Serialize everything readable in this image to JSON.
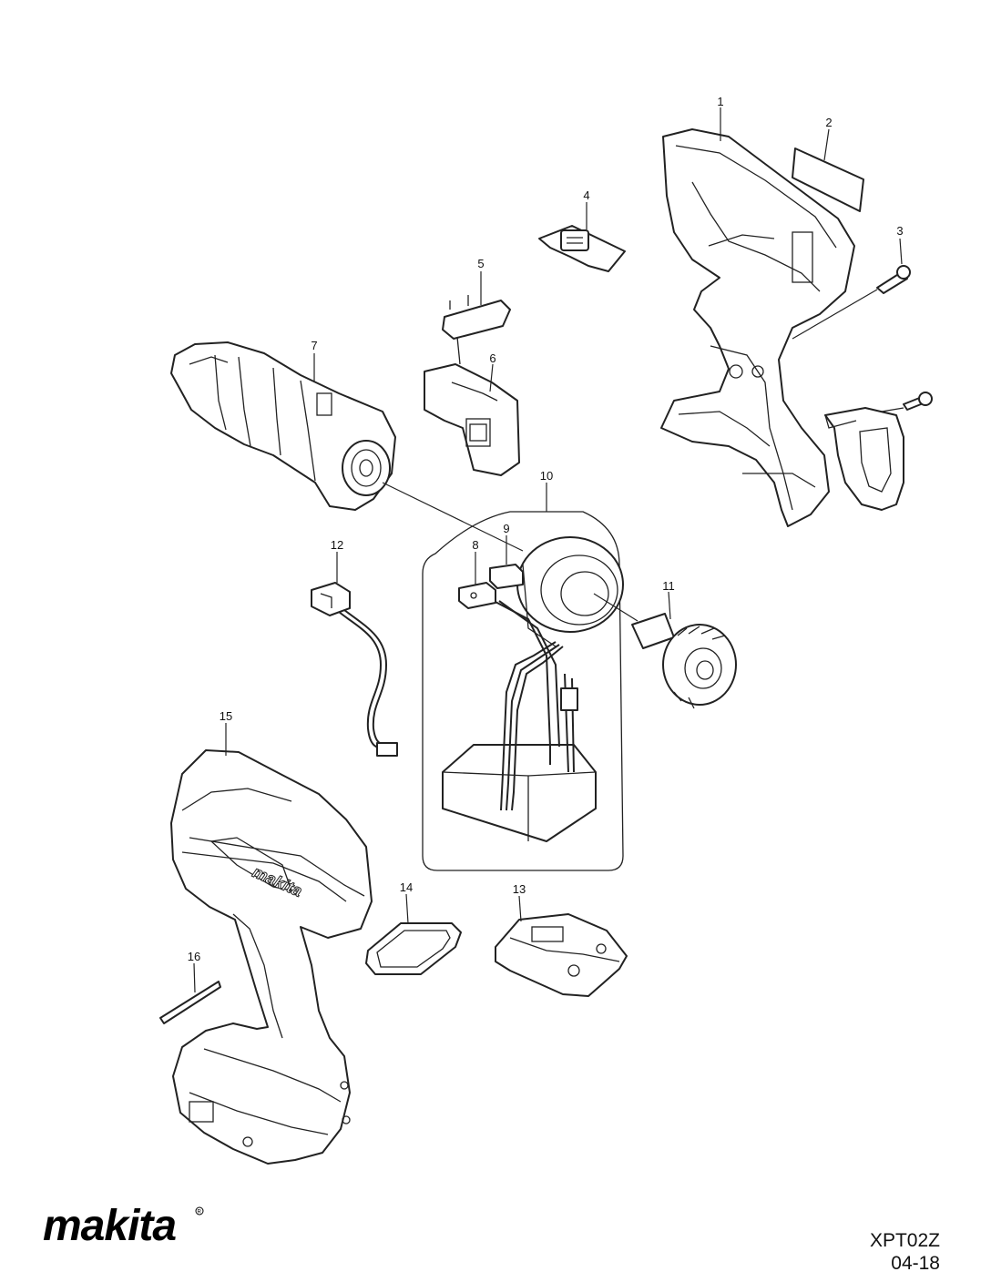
{
  "brand": {
    "logo_text": "makita"
  },
  "model": {
    "code": "XPT02Z",
    "revision": "04-18"
  },
  "parts": [
    {
      "number": "1"
    },
    {
      "number": "2"
    },
    {
      "number": "3"
    },
    {
      "number": "4"
    },
    {
      "number": "5"
    },
    {
      "number": "6"
    },
    {
      "number": "7"
    },
    {
      "number": "8"
    },
    {
      "number": "9"
    },
    {
      "number": "10"
    },
    {
      "number": "11"
    },
    {
      "number": "12"
    },
    {
      "number": "13"
    },
    {
      "number": "14"
    },
    {
      "number": "15"
    },
    {
      "number": "16"
    }
  ]
}
